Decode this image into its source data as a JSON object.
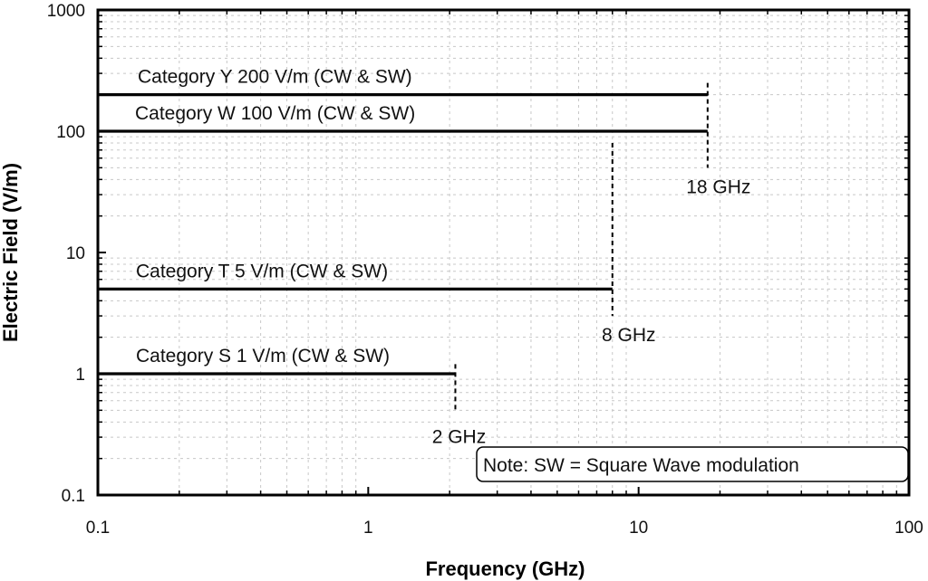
{
  "chart_data": {
    "type": "line",
    "title": "",
    "xlabel": "Frequency (GHz)",
    "ylabel": "Electric Field (V/m)",
    "xscale": "log",
    "yscale": "log",
    "xlim": [
      0.1,
      100
    ],
    "ylim": [
      0.1,
      1000
    ],
    "grid": true,
    "x_ticks": [
      "0.1",
      "1",
      "10",
      "100"
    ],
    "y_ticks": [
      "0.1",
      "1",
      "10",
      "100",
      "1000"
    ],
    "series": [
      {
        "name": "Category Y  200 V/m (CW & SW)",
        "x": [
          0.1,
          18
        ],
        "y": [
          200,
          200
        ]
      },
      {
        "name": "Category W  100 V/m (CW & SW)",
        "x": [
          0.1,
          18
        ],
        "y": [
          100,
          100
        ]
      },
      {
        "name": "Category T  5 V/m (CW & SW)",
        "x": [
          0.1,
          8
        ],
        "y": [
          5,
          5
        ]
      },
      {
        "name": "Category S  1 V/m (CW & SW)",
        "x": [
          0.1,
          2.1
        ],
        "y": [
          1,
          1
        ]
      }
    ],
    "limit_markers": [
      {
        "label": "18 GHz",
        "x": 18,
        "y_from": 50,
        "y_to": 250
      },
      {
        "label": "8 GHz",
        "x": 8,
        "y_from": 3,
        "y_to": 80
      },
      {
        "label": "2  GHz",
        "x": 2.1,
        "y_from": 0.5,
        "y_to": 1.2
      }
    ],
    "annotations": [
      "Note:  SW = Square Wave modulation"
    ]
  }
}
